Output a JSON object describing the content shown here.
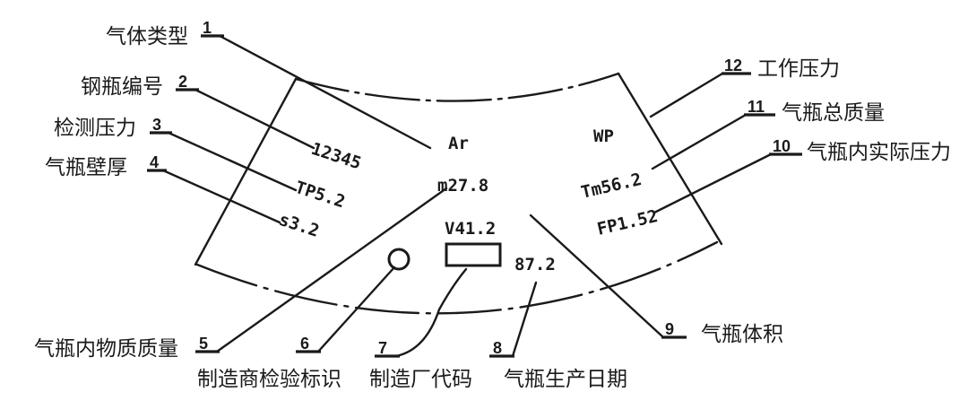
{
  "callouts": [
    {
      "num": "1",
      "label": "气体类型"
    },
    {
      "num": "2",
      "label": "钢瓶编号"
    },
    {
      "num": "3",
      "label": "检测压力"
    },
    {
      "num": "4",
      "label": "气瓶壁厚"
    },
    {
      "num": "5",
      "label": "气瓶内物质质量"
    },
    {
      "num": "6",
      "label": "制造商检验标识"
    },
    {
      "num": "7",
      "label": "制造厂代码"
    },
    {
      "num": "8",
      "label": "气瓶生产日期"
    },
    {
      "num": "9",
      "label": "气瓶体积"
    },
    {
      "num": "10",
      "label": "气瓶内实际压力"
    },
    {
      "num": "11",
      "label": "气瓶总质量"
    },
    {
      "num": "12",
      "label": "工作压力"
    }
  ],
  "stamp": {
    "gas_type": "Ar",
    "serial_number": "12345",
    "test_pressure": "TP5.2",
    "wall_thickness": "s3.2",
    "content_mass": "m27.8",
    "volume": "V41.2",
    "production_date": "87.2",
    "working_pressure": "WP",
    "total_mass": "Tm56.2",
    "filling_pressure": "FP1.52"
  }
}
